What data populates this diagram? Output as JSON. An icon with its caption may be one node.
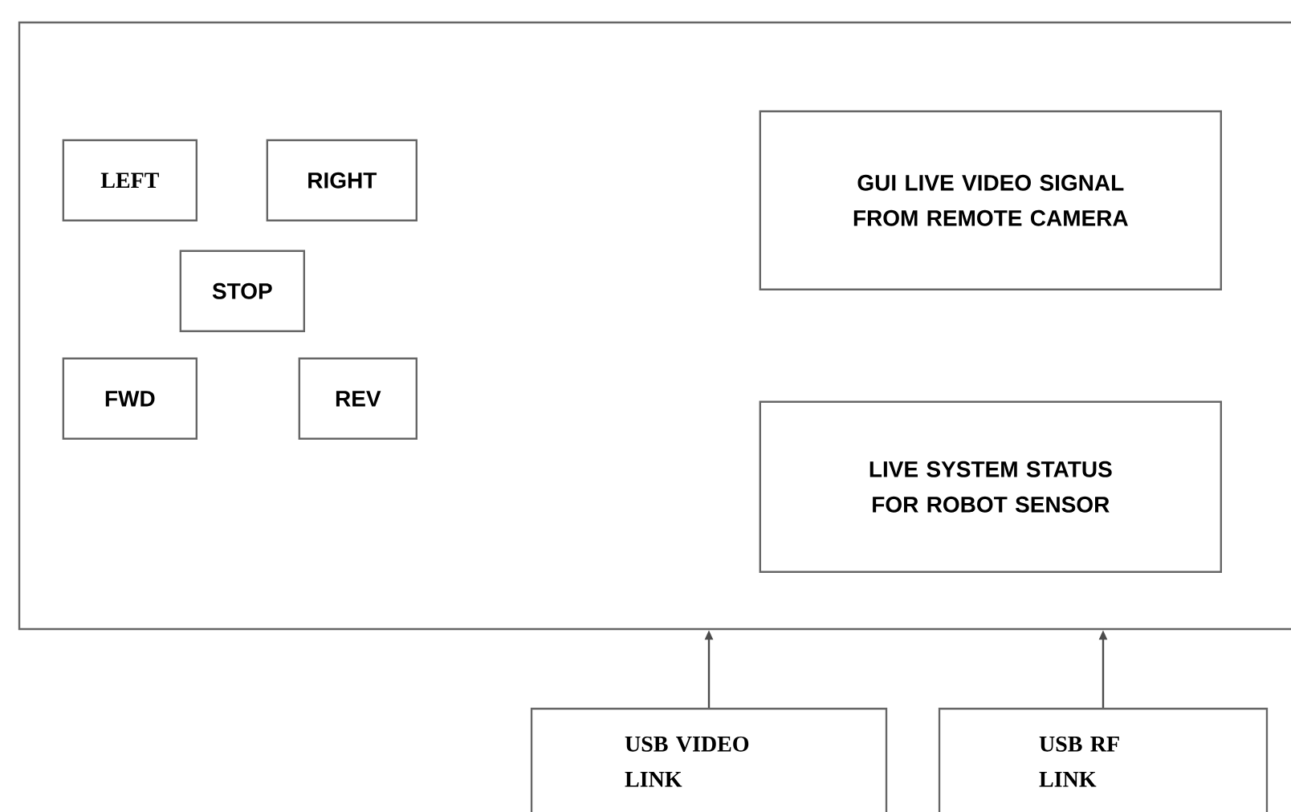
{
  "diagram": {
    "nodes": [
      {
        "text": [],
        "shape": "box"
      },
      {
        "text": [
          "LEFT"
        ],
        "in": 0
      },
      {
        "text": [
          "RIGHT"
        ],
        "in": 0
      },
      {
        "text": [
          "STOP"
        ],
        "in": 0
      },
      {
        "text": [
          "FWD"
        ],
        "in": 0
      },
      {
        "text": [
          "REV"
        ],
        "in": 0
      },
      {
        "text": [
          "GUI LIVE VIDEO SIGNAL FROM REMOTE CAMERA"
        ],
        "in": 0
      },
      {
        "text": [
          "LIVE SYSTEM STATUS FOR ROBOT SENSOR"
        ],
        "in": 0
      },
      {
        "text": [
          "USB VIDEO LINK"
        ]
      },
      {
        "text": [
          "USB RF LINK"
        ]
      }
    ],
    "edges": [
      {
        "from": 8,
        "to": 0,
        "arrow": "to"
      },
      {
        "from": 9,
        "to": 0,
        "arrow": "to"
      }
    ]
  }
}
